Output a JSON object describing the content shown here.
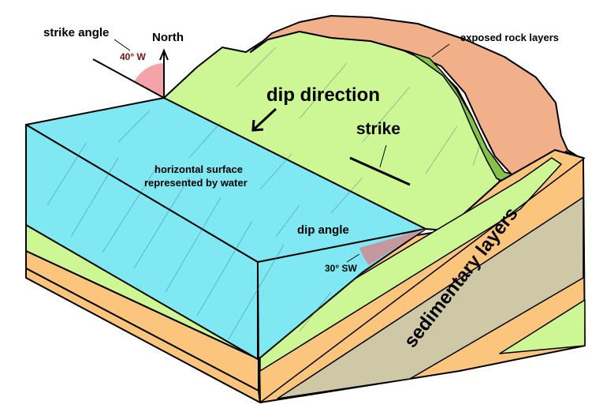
{
  "labels": {
    "strike_angle": "strike angle",
    "north": "North",
    "strike_angle_value": "40° W",
    "exposed_rock_layers": "exposed rock layers",
    "dip_direction": "dip direction",
    "strike": "strike",
    "water_line1": "horizontal surface",
    "water_line2": "represented by water",
    "dip_angle": "dip angle",
    "dip_angle_value": "30° SW",
    "sedimentary_layers": "sedimentary layers"
  },
  "colors": {
    "water": "#7fe8f2",
    "green_layer": "#cdf795",
    "orange_layer": "#fbc57e",
    "gray_layer": "#cfc8a6",
    "dark_green": "#86c24a",
    "rock": "#f2b08a",
    "strike_wedge": "#f4a3a8",
    "dip_wedge": "#c4989e"
  }
}
